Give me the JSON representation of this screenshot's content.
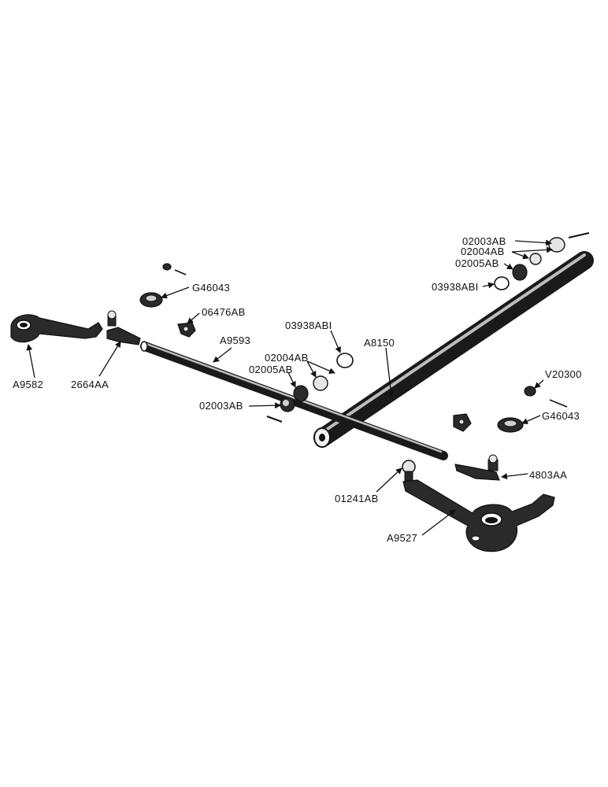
{
  "labels": {
    "l_02003AB_top": "02003AB",
    "l_02004AB_top": "02004AB",
    "l_02005AB_top": "02005AB",
    "l_03938AB1_right": "03938ABI",
    "l_G46043_left": "G46043",
    "l_06476AB": "06476AB",
    "l_03938AB1_mid": "03938ABI",
    "l_A8150": "A8150",
    "l_A9593": "A9593",
    "l_02004AB_mid": "02004AB",
    "l_02005AB_mid": "02005AB",
    "l_02003AB_mid": "02003AB",
    "l_A9582": "A9582",
    "l_2664AA": "2664AA",
    "l_V20300": "V20300",
    "l_G46043_right": "G46043",
    "l_4803AA": "4803AA",
    "l_01241AB": "01241AB",
    "l_A9527": "A9527"
  }
}
